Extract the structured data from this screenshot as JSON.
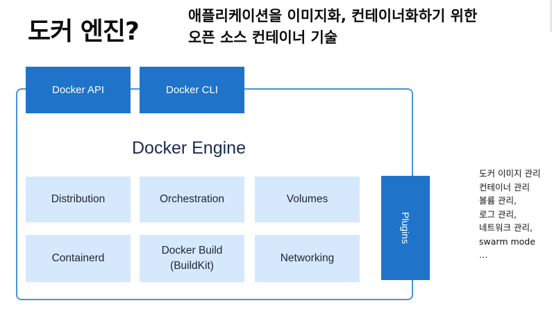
{
  "header": {
    "title": "도커 엔진?",
    "subtitle_line1": "애플리케이션을 이미지화, 컨테이너화하기 위한",
    "subtitle_line2": "오픈 소스 컨테이너 기술"
  },
  "diagram": {
    "interfaces": [
      "Docker API",
      "Docker CLI"
    ],
    "engine_label": "Docker Engine",
    "modules": [
      "Distribution",
      "Orchestration",
      "Volumes",
      "Containerd",
      "Docker Build\n(BuildKit)",
      "Networking"
    ],
    "plugins_label": "Plugins"
  },
  "notes": [
    "도커 이미지 관리",
    "컨테이너 관리",
    "볼륨 관리,",
    "로그 관리,",
    "네트워크 관리,",
    "swarm mode",
    "…"
  ],
  "colors": {
    "accent_blue": "#1f74c9",
    "module_fill": "#d6e8fb",
    "border_blue": "#4a90d9"
  }
}
